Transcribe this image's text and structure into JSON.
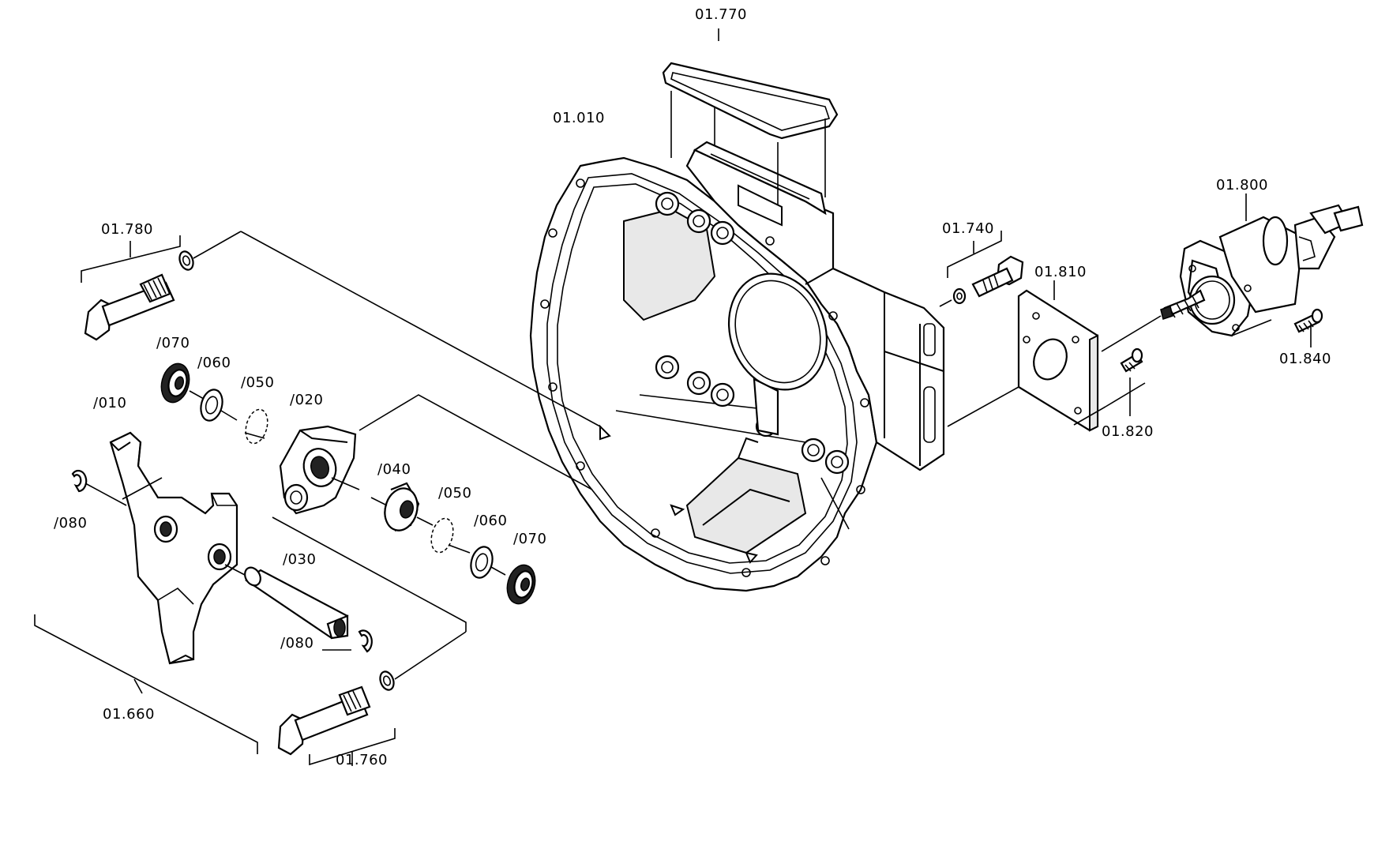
{
  "diagram": {
    "labels": {
      "housing": "01.010",
      "cover_gasket": "01.770",
      "bolt_upper_left": "01.780",
      "bolt_lower": "01.760",
      "fork_assembly": "01.660",
      "bolt_right": "01.740",
      "adapter_plate": "01.810",
      "actuator": "01.800",
      "screw_small": "01.820",
      "screw_actuator": "01.840",
      "fork": "/010",
      "bearing_block": "/020",
      "shaft": "/030",
      "bearing": "/040",
      "circlip_upper": "/050",
      "circlip_lower": "/050",
      "washer_upper": "/060",
      "washer_lower": "/060",
      "seal_upper": "/070",
      "seal_lower": "/070",
      "retaining_ring_left": "/080",
      "retaining_ring_shaft": "/080"
    }
  }
}
